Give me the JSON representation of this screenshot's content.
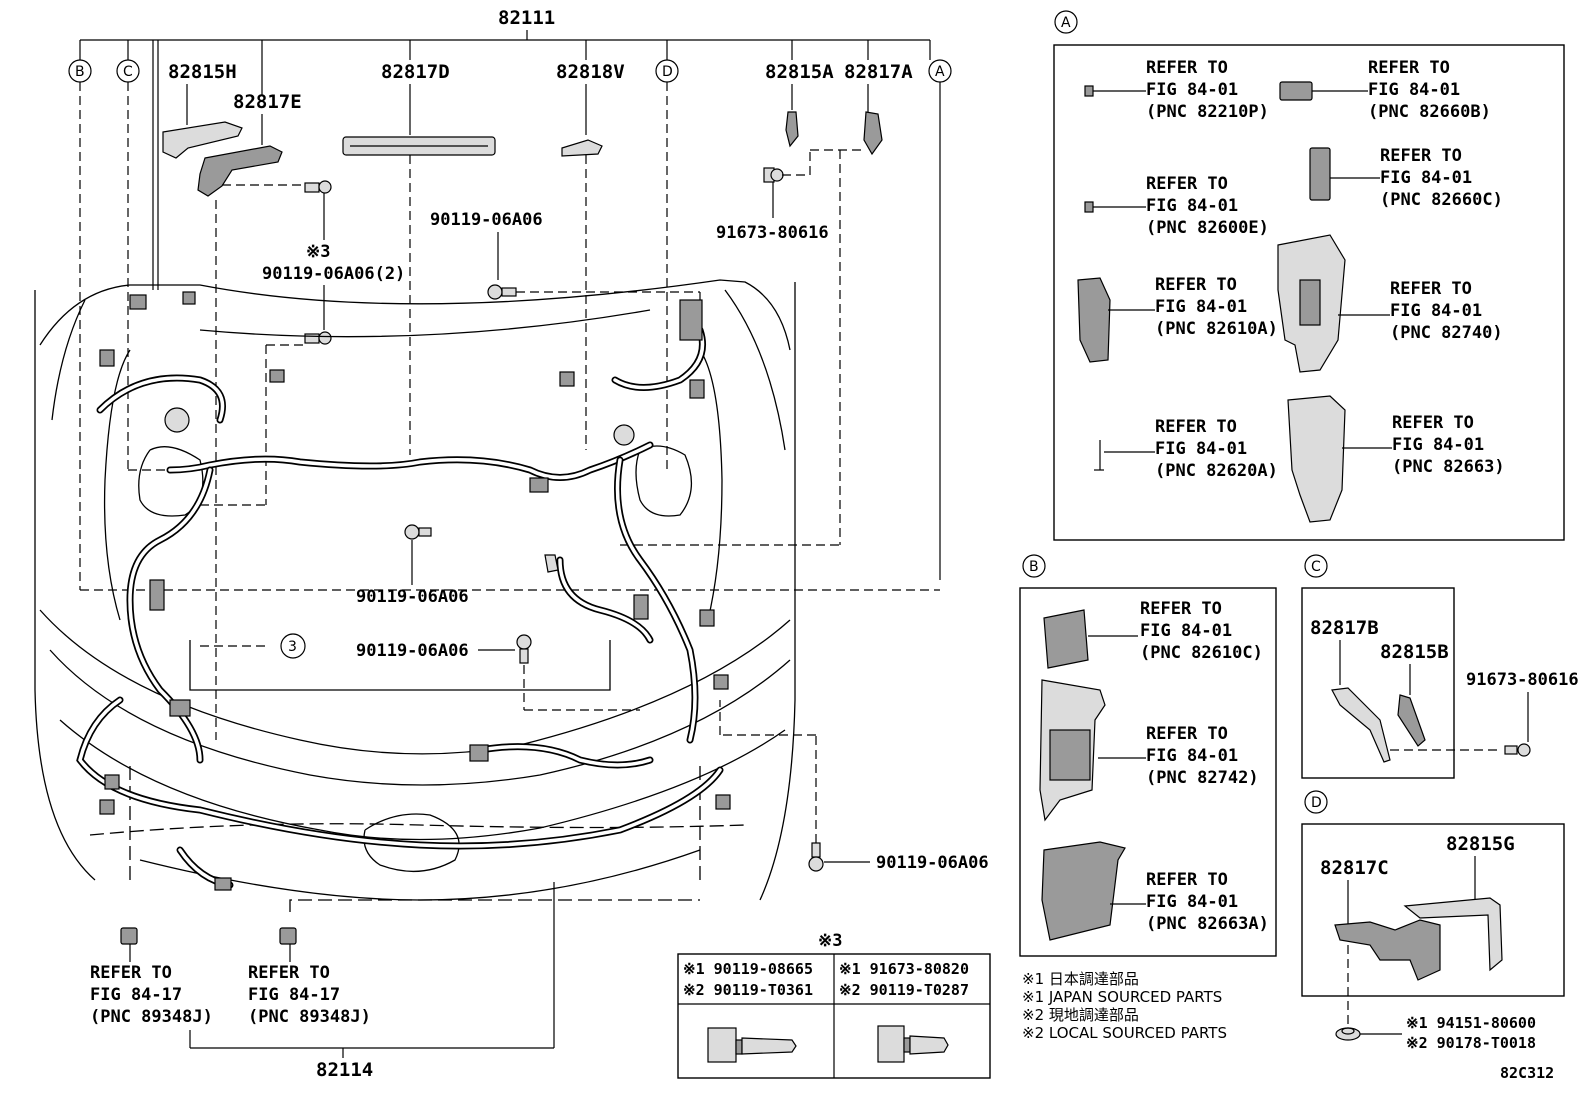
{
  "main": {
    "top_part": "82111",
    "bottom_part": "82114",
    "diagram_code": "82C312",
    "labels": {
      "p82815H": "82815H",
      "p82817E": "82817E",
      "p82817D": "82817D",
      "p82818V": "82818V",
      "p82815A": "82815A",
      "p82817A": "82817A",
      "bolt_top_right": "91673-80616",
      "bolt_mid_top": "90119-06A06",
      "note3_mark": "※3",
      "bolt_left_qty": "90119-06A06(2)",
      "bolt_center": "90119-06A06",
      "bolt_center2": "90119-06A06",
      "bolt_front_right": "90119-06A06",
      "callout_3": "3"
    },
    "circle_letters": {
      "b": "B",
      "c": "C",
      "d": "D",
      "a": "A"
    },
    "refer_left": [
      "REFER TO",
      "FIG 84-17",
      "(PNC 89348J)"
    ],
    "refer_mid": [
      "REFER TO",
      "FIG 84-17",
      "(PNC 89348J)"
    ]
  },
  "note3_table": {
    "header": "※3",
    "col1": [
      "※1 90119-08665",
      "※2 90119-T0361"
    ],
    "col2": [
      "※1 91673-80820",
      "※2 90119-T0287"
    ]
  },
  "panel_a": {
    "letter": "A",
    "refs": [
      [
        "REFER TO",
        "FIG 84-01",
        "(PNC 82210P)"
      ],
      [
        "REFER TO",
        "FIG 84-01",
        "(PNC 82660B)"
      ],
      [
        "REFER TO",
        "FIG 84-01",
        "(PNC 82600E)"
      ],
      [
        "REFER TO",
        "FIG 84-01",
        "(PNC 82660C)"
      ],
      [
        "REFER TO",
        "FIG 84-01",
        "(PNC 82610A)"
      ],
      [
        "REFER TO",
        "FIG 84-01",
        "(PNC 82740)"
      ],
      [
        "REFER TO",
        "FIG 84-01",
        "(PNC 82620A)"
      ],
      [
        "REFER TO",
        "FIG 84-01",
        "(PNC 82663)"
      ]
    ]
  },
  "panel_b": {
    "letter": "B",
    "refs": [
      [
        "REFER TO",
        "FIG 84-01",
        "(PNC 82610C)"
      ],
      [
        "REFER TO",
        "FIG 84-01",
        "(PNC 82742)"
      ],
      [
        "REFER TO",
        "FIG 84-01",
        "(PNC 82663A)"
      ]
    ]
  },
  "panel_c": {
    "letter": "C",
    "part1": "82817B",
    "part2": "82815B",
    "bolt": "91673-80616"
  },
  "panel_d": {
    "letter": "D",
    "part1": "82815G",
    "part2": "82817C",
    "clip1": "※1 94151-80600",
    "clip2": "※2 90178-T0018"
  },
  "legend": [
    "※1 日本調達部品",
    "※1 JAPAN SOURCED PARTS",
    "※2 現地調達部品",
    "※2 LOCAL SOURCED PARTS"
  ]
}
